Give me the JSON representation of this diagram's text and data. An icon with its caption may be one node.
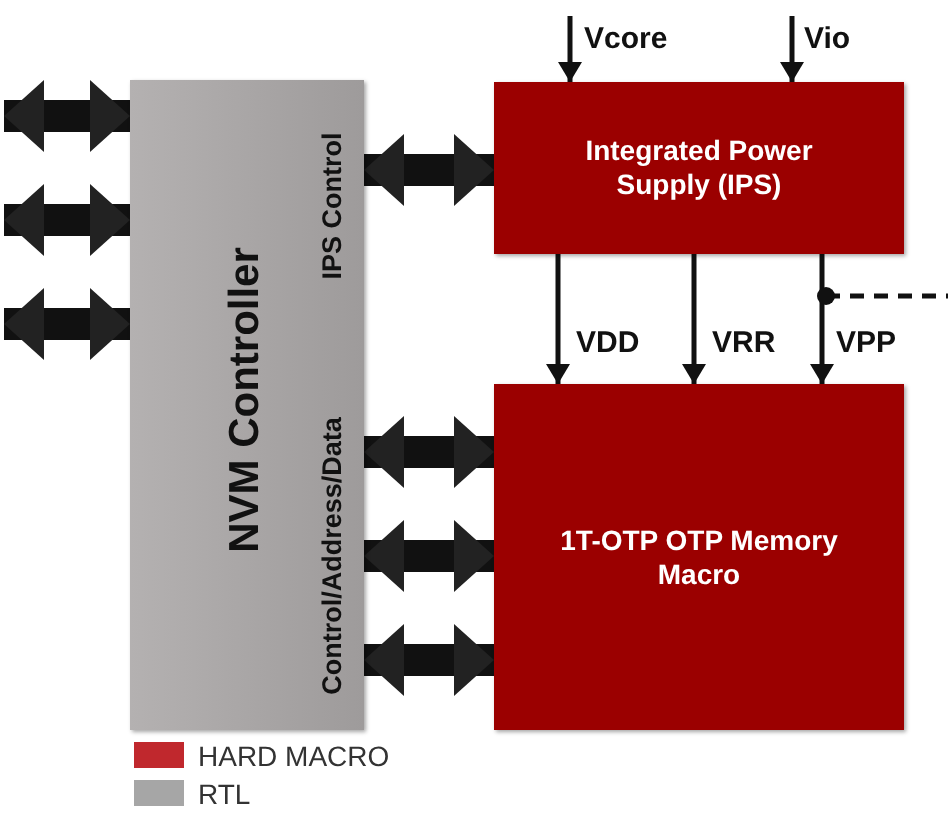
{
  "diagram": {
    "nodes": [
      {
        "text": [
          "NVM Controller",
          "IPS Control",
          "Control/Address/Data"
        ]
      },
      {
        "text": [
          "Integrated Power Supply (IPS)"
        ]
      },
      {
        "text": [
          "1T-OTP OTP Memory Macro"
        ]
      }
    ],
    "edges": [
      {
        "from": null,
        "to": 0,
        "arrow": "both"
      },
      {
        "from": null,
        "to": 0,
        "arrow": "both"
      },
      {
        "from": null,
        "to": 0,
        "arrow": "both"
      },
      {
        "from": 0,
        "to": 1,
        "arrow": "both"
      },
      {
        "from": 0,
        "to": 2,
        "arrow": "both"
      },
      {
        "from": 0,
        "to": 2,
        "arrow": "both"
      },
      {
        "from": 0,
        "to": 2,
        "arrow": "both"
      },
      {
        "from": null,
        "to": 1,
        "label": "Vcore",
        "arrow": "to"
      },
      {
        "from": null,
        "to": 1,
        "label": "Vio",
        "arrow": "to"
      },
      {
        "from": 1,
        "to": 2,
        "label": "VDD",
        "arrow": "to"
      },
      {
        "from": 1,
        "to": 2,
        "label": "VRR",
        "arrow": "to"
      },
      {
        "from": 1,
        "to": 2,
        "label": "VPP",
        "arrow": "to"
      },
      {
        "from": 1,
        "to": null,
        "arrow": "other",
        "style": "dashed"
      }
    ],
    "legend": [
      {
        "text": "HARD MACRO",
        "color": "#c0282d"
      },
      {
        "text": "RTL",
        "color": "#a6a6a6"
      }
    ]
  }
}
